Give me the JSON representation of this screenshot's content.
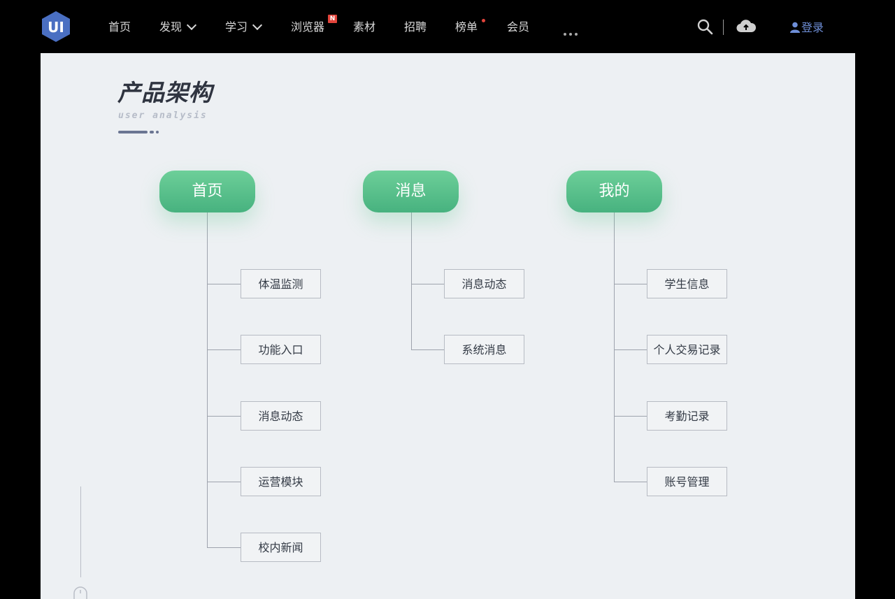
{
  "nav": {
    "logo_text": "UI",
    "items": [
      {
        "label": "首页"
      },
      {
        "label": "发现"
      },
      {
        "label": "学习"
      },
      {
        "label": "浏览器"
      },
      {
        "label": "素材"
      },
      {
        "label": "招聘"
      },
      {
        "label": "榜单"
      },
      {
        "label": "会员"
      }
    ],
    "browser_badge": "N",
    "login_label": "登录",
    "icons": [
      "search-icon",
      "cloud-upload-icon",
      "user-icon",
      "chevron-down-icon",
      "more-icon"
    ]
  },
  "slide": {
    "title": "产品架构",
    "subtitle": "user analysis",
    "columns": [
      {
        "label": "首页",
        "children": [
          "体温监测",
          "功能入口",
          "消息动态",
          "运营模块",
          "校内新闻"
        ]
      },
      {
        "label": "消息",
        "children": [
          "消息动态",
          "系统消息"
        ]
      },
      {
        "label": "我的",
        "children": [
          "学生信息",
          "个人交易记录",
          "考勤记录",
          "账号管理"
        ]
      }
    ]
  },
  "colors": {
    "accent_green": "#56c08a",
    "canvas_bg": "#edf0f3",
    "topbar_bg": "#000000",
    "login_blue": "#6f8fd8",
    "badge_red": "#e2443b"
  }
}
